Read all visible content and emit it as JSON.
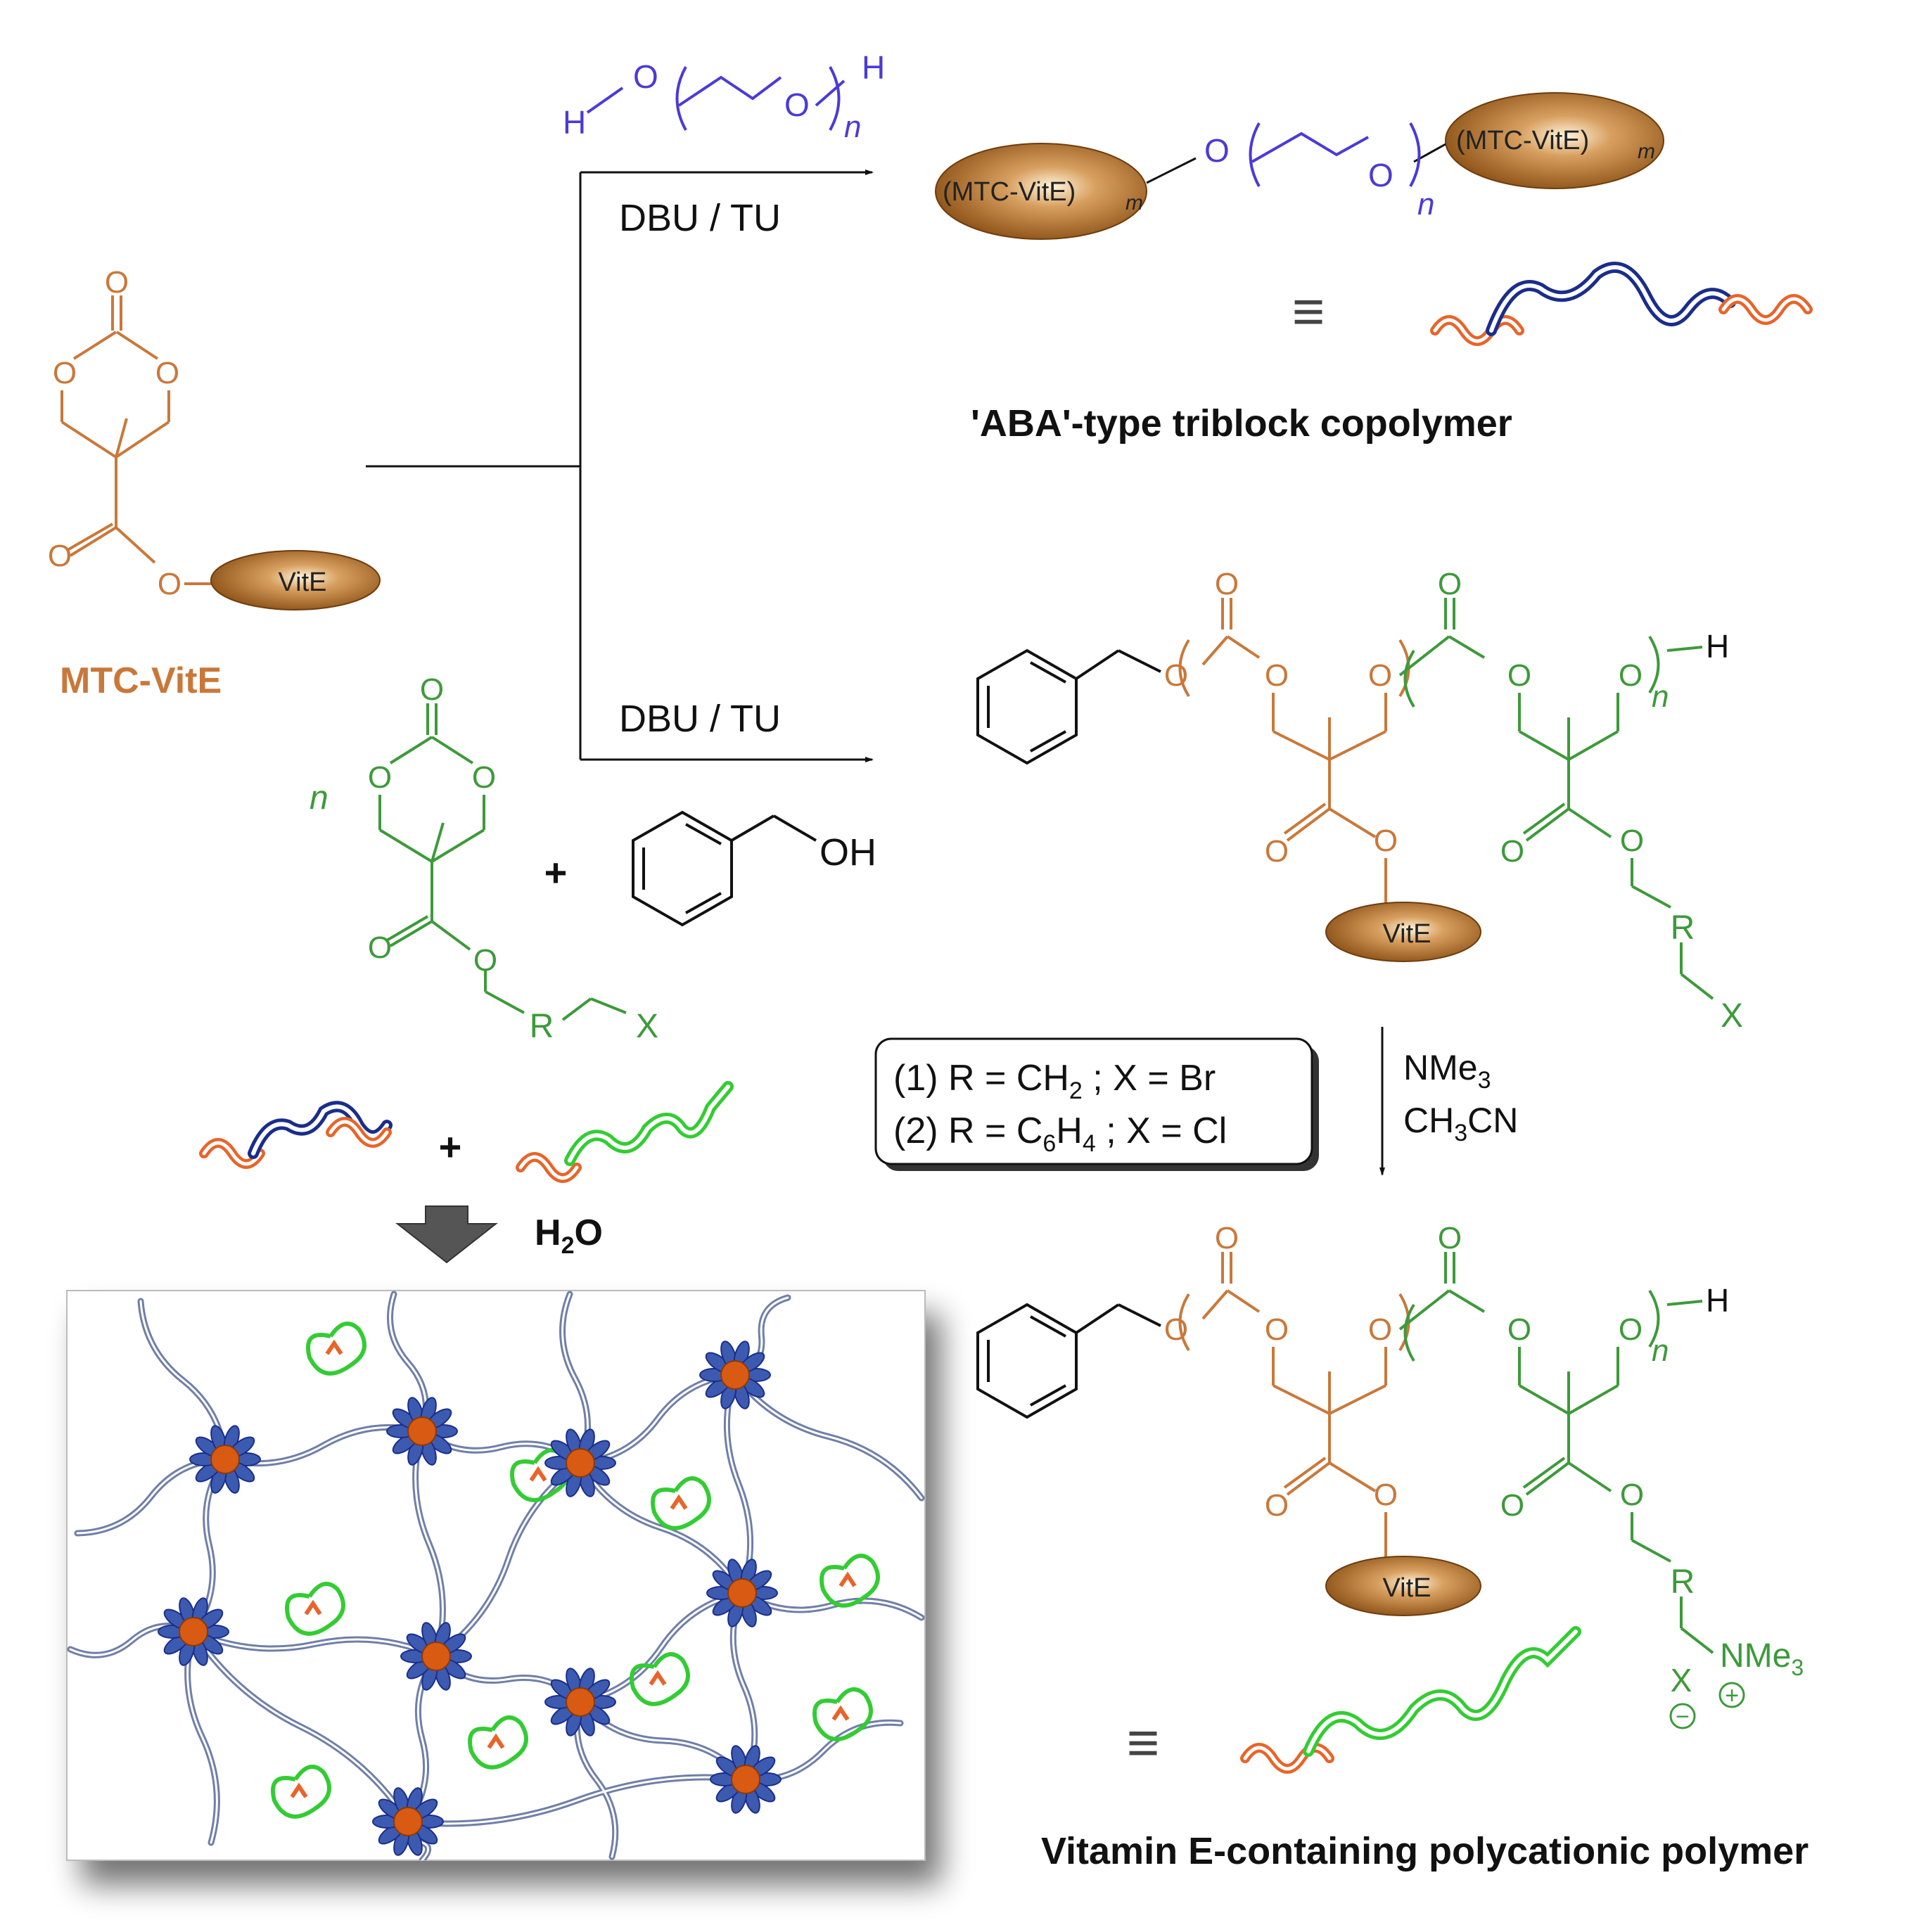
{
  "colors": {
    "brown": "#c9783a",
    "green": "#3d9a3a",
    "blue": "#4a3bd6",
    "navy": "#1b2d8a",
    "orange": "#e8642a",
    "bright_green": "#33cc33",
    "text": "#111111",
    "vite_fill": "#a8641f",
    "net_line": "#6f7fa8",
    "core": "#d95a12"
  },
  "labels": {
    "monomer_name": "MTC-VitE",
    "vite": "VitE",
    "mtc_vite_m": "(MTC-VitE)",
    "sub_m": "m",
    "sub_n": "n",
    "atom_o": "O",
    "atom_h": "H",
    "atom_r": "R",
    "atom_x": "X",
    "oh": "OH",
    "nme3": "NMe",
    "num_3": "3",
    "catalyst_top": "DBU / TU",
    "catalyst_bottom": "DBU / TU",
    "plus": "+",
    "equiv": "≡",
    "triblock_title": "'ABA'-type triblock copolymer",
    "polycation_title": "Vitamin E-containing polycationic polymer",
    "reagent_1": "NMe",
    "reagent_2_a": "CH",
    "reagent_2_b": "CN",
    "legend_1_a": "(1) R = CH",
    "legend_1_b": " ; X = Br",
    "num_2": "2",
    "legend_2_a": "(2) R = C",
    "legend_2_b": "H",
    "legend_2_c": " ; X = Cl",
    "num_6": "6",
    "num_4": "4",
    "water": "H",
    "water_o": "O",
    "minus": "−",
    "plus_charge": "+"
  }
}
